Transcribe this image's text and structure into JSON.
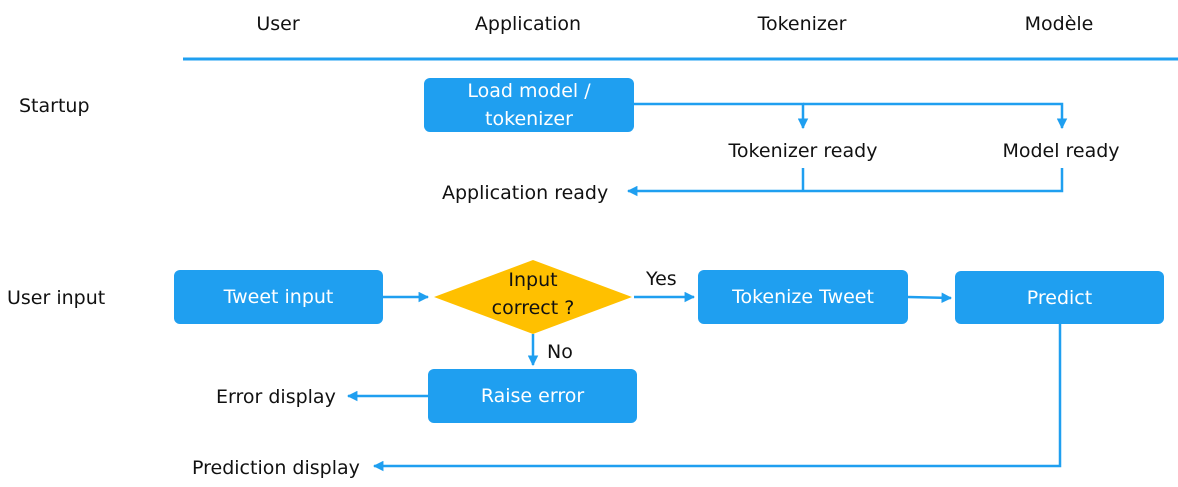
{
  "lanes": {
    "user": "User",
    "application": "Application",
    "tokenizer": "Tokenizer",
    "model": "Modèle"
  },
  "phases": {
    "startup": "Startup",
    "user_input": "User input"
  },
  "nodes": {
    "load_model_line1": "Load model /",
    "load_model_line2": "tokenizer",
    "tokenizer_ready": "Tokenizer ready",
    "model_ready": "Model ready",
    "application_ready": "Application ready",
    "tweet_input": "Tweet input",
    "input_correct_line1": "Input",
    "input_correct_line2": "correct ?",
    "tokenize_tweet": "Tokenize Tweet",
    "predict": "Predict",
    "raise_error": "Raise error",
    "error_display": "Error display",
    "prediction_display": "Prediction display"
  },
  "edges": {
    "yes": "Yes",
    "no": "No"
  },
  "colors": {
    "box_fill": "#1f9ff0",
    "decision_fill": "#ffc000",
    "connector": "#1f9ff0",
    "text": "#111111",
    "box_text": "#ffffff"
  }
}
